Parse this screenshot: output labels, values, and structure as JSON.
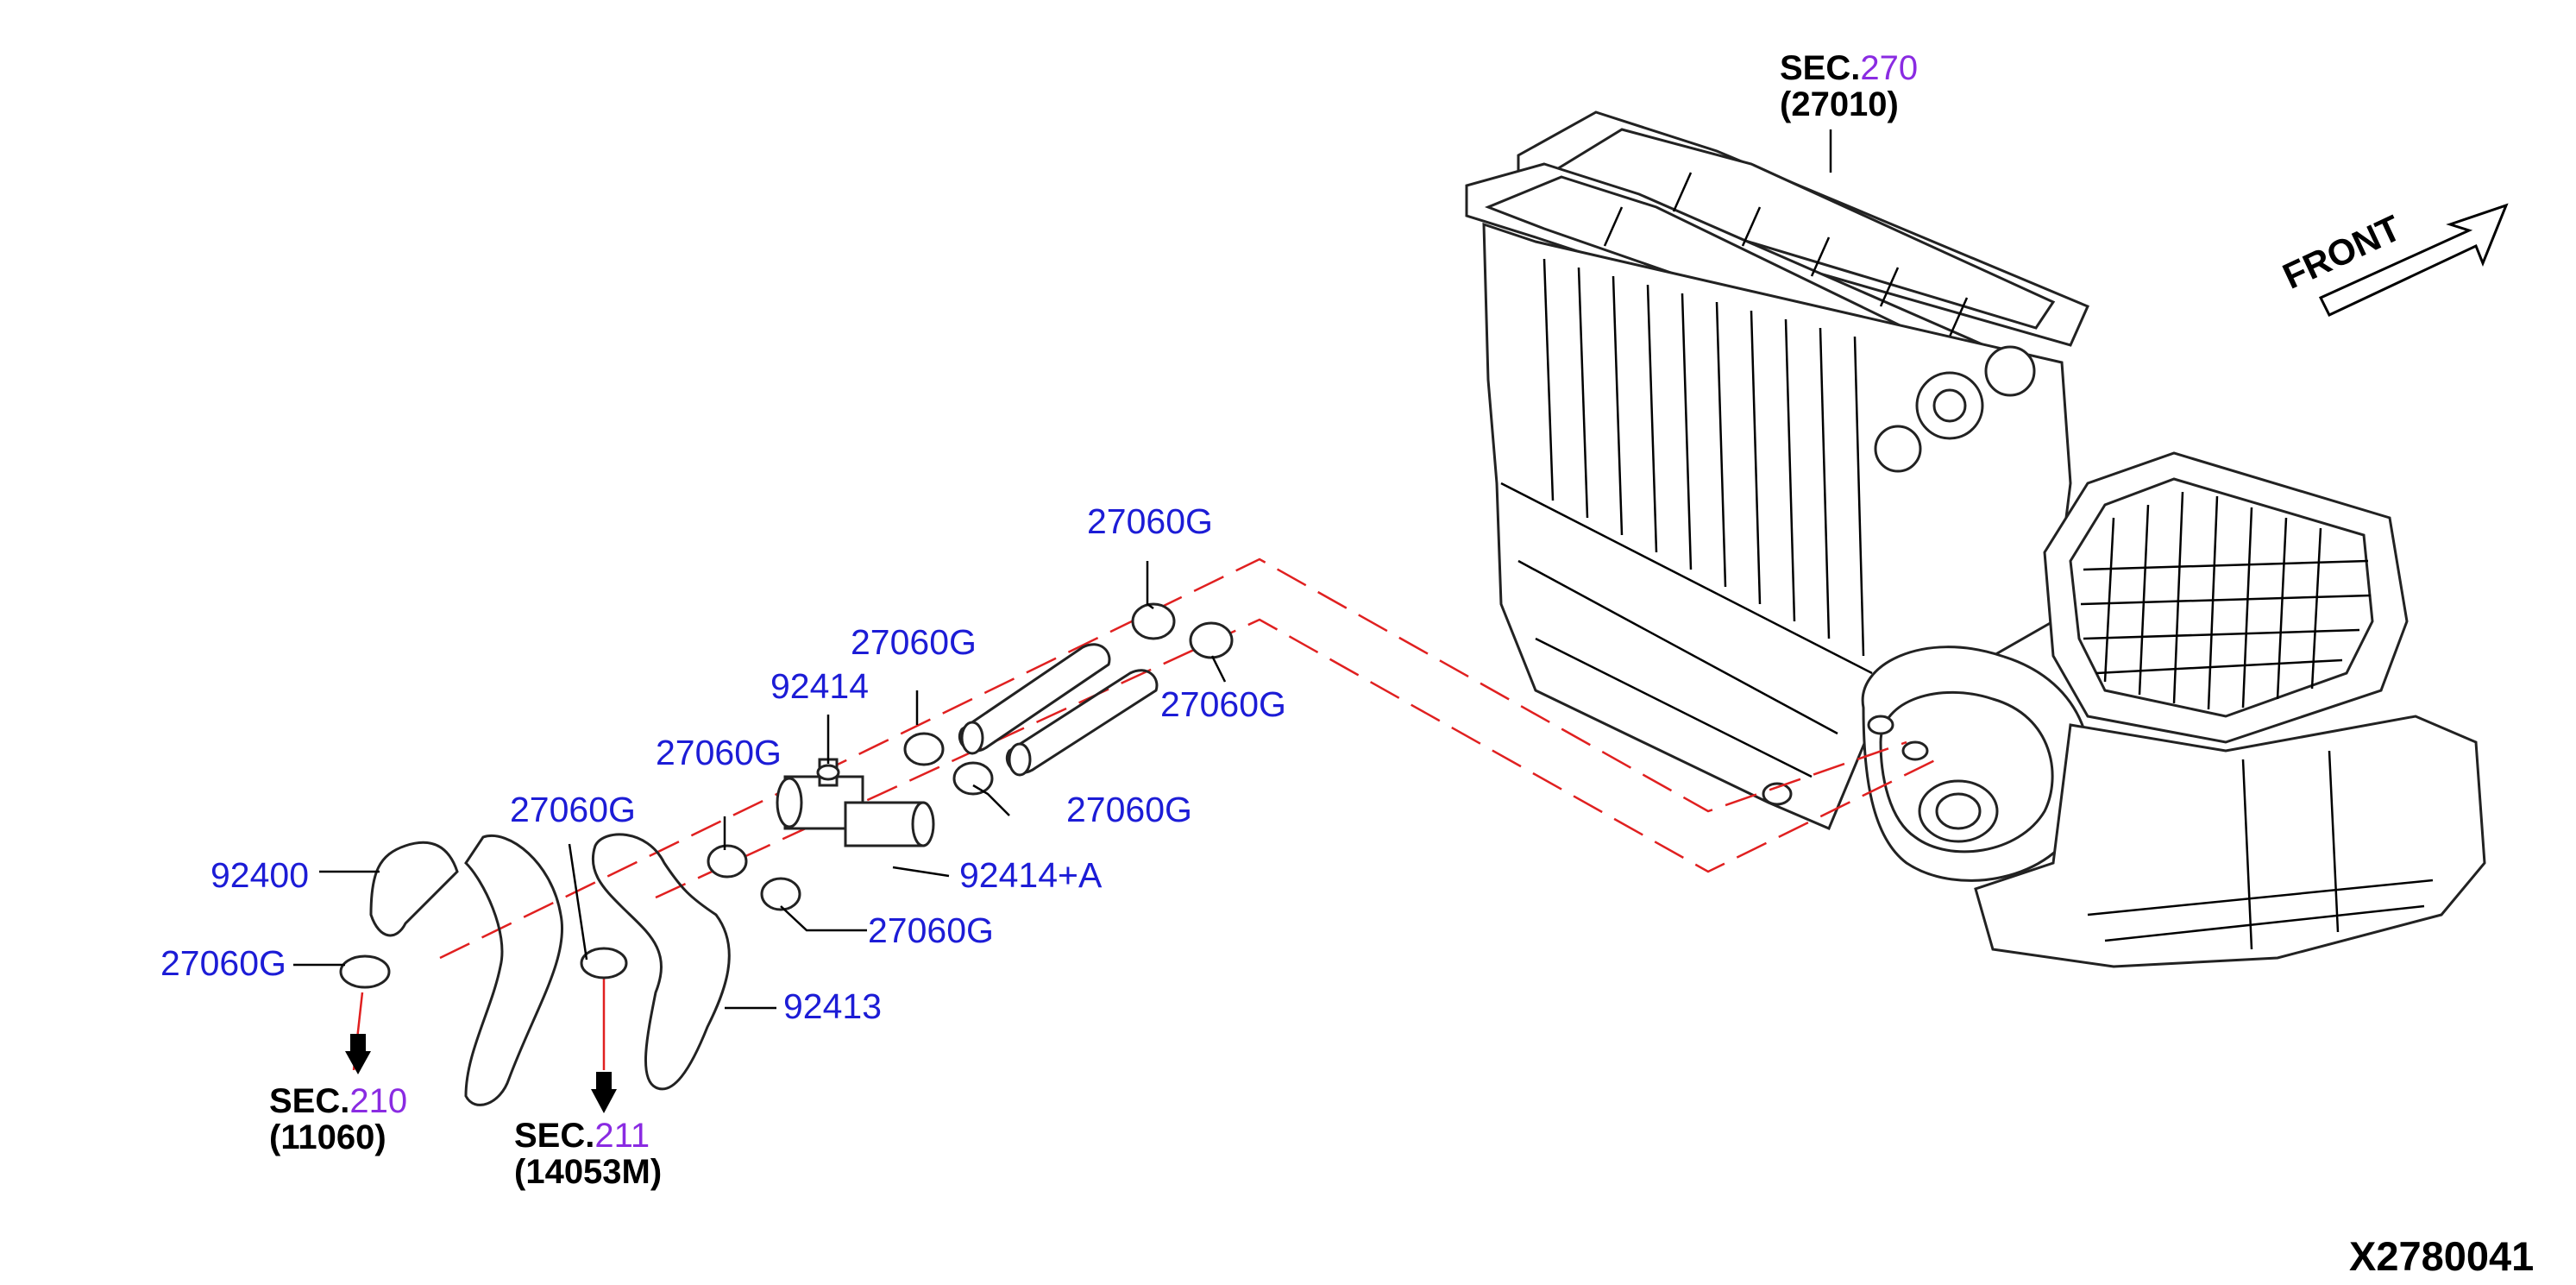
{
  "labels": {
    "l_27060g_1": "27060G",
    "l_27060g_2": "27060G",
    "l_27060g_3": "27060G",
    "l_27060g_4": "27060G",
    "l_27060g_5": "27060G",
    "l_27060g_6": "27060G",
    "l_27060g_7": "27060G",
    "l_27060g_8": "27060G",
    "l_92414": "92414",
    "l_92414a": "92414+A",
    "l_92400": "92400",
    "l_92413": "92413"
  },
  "sections": {
    "sec270": {
      "prefix": "SEC.",
      "num": "270",
      "sub": "(27010)"
    },
    "sec210": {
      "prefix": "SEC.",
      "num": "210",
      "sub": "(11060)"
    },
    "sec211": {
      "prefix": "SEC.",
      "num": "211",
      "sub": "(14053M)"
    }
  },
  "front": "FRONT",
  "code": "X2780041",
  "colors": {
    "part_label": "#1c1cd6",
    "section_number": "#8a2be2",
    "leader_red": "#e02020"
  }
}
